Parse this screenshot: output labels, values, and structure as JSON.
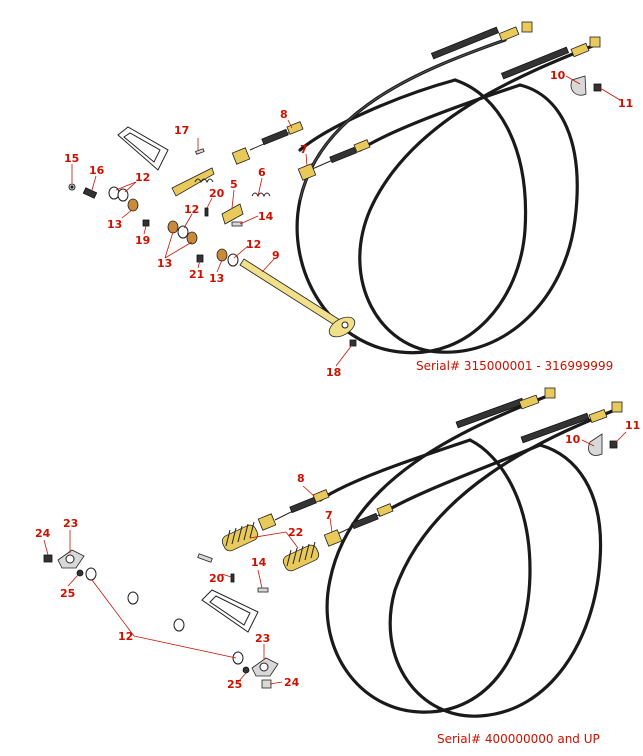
{
  "diagram": {
    "top_assembly": {
      "serial_label": "Serial# 315000001 - 316999999",
      "callouts": [
        {
          "id": "c17",
          "text": "17"
        },
        {
          "id": "c15",
          "text": "15"
        },
        {
          "id": "c16",
          "text": "16"
        },
        {
          "id": "c12a",
          "text": "12"
        },
        {
          "id": "c13a",
          "text": "13"
        },
        {
          "id": "c19",
          "text": "19"
        },
        {
          "id": "c20",
          "text": "20"
        },
        {
          "id": "c12b",
          "text": "12"
        },
        {
          "id": "c13b",
          "text": "13"
        },
        {
          "id": "c21",
          "text": "21"
        },
        {
          "id": "c13c",
          "text": "13"
        },
        {
          "id": "c5",
          "text": "5"
        },
        {
          "id": "c6",
          "text": "6"
        },
        {
          "id": "c14",
          "text": "14"
        },
        {
          "id": "c12c",
          "text": "12"
        },
        {
          "id": "c8",
          "text": "8"
        },
        {
          "id": "c7",
          "text": "7"
        },
        {
          "id": "c9",
          "text": "9"
        },
        {
          "id": "c18",
          "text": "18"
        },
        {
          "id": "c10",
          "text": "10"
        },
        {
          "id": "c11",
          "text": "11"
        }
      ]
    },
    "bottom_assembly": {
      "serial_label": "Serial# 400000000 and UP",
      "callouts": [
        {
          "id": "d24a",
          "text": "24"
        },
        {
          "id": "d23a",
          "text": "23"
        },
        {
          "id": "d25a",
          "text": "25"
        },
        {
          "id": "d12",
          "text": "12"
        },
        {
          "id": "d20",
          "text": "20"
        },
        {
          "id": "d14",
          "text": "14"
        },
        {
          "id": "d22",
          "text": "22"
        },
        {
          "id": "d8",
          "text": "8"
        },
        {
          "id": "d7",
          "text": "7"
        },
        {
          "id": "d23b",
          "text": "23"
        },
        {
          "id": "d25b",
          "text": "25"
        },
        {
          "id": "d24b",
          "text": "24"
        },
        {
          "id": "d10",
          "text": "10"
        },
        {
          "id": "d11",
          "text": "11"
        }
      ]
    }
  }
}
